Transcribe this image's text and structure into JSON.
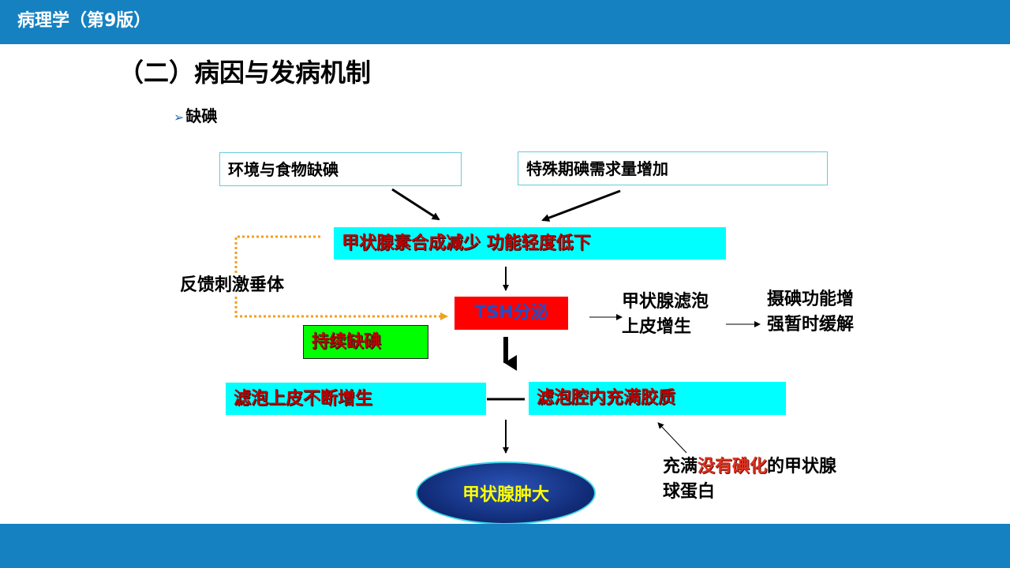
{
  "header": {
    "title": "病理学（第9版）"
  },
  "slide": {
    "section_title": "（二）病因与发病机制",
    "bullet_mark": "➢",
    "bullet_text": "缺碘"
  },
  "diagram": {
    "src_left": "环境与食物缺碘",
    "src_right": "特殊期碘需求量增加",
    "reduction": "甲状腺素合成减少 功能轻度低下",
    "feedback": "反馈刺激垂体",
    "tsh": "TSH分泌",
    "persistent": "持续缺碘",
    "hyperplasia_line1": "甲状腺滤泡",
    "hyperplasia_line2": "上皮增生",
    "uptake_line1": "摄碘功能增",
    "uptake_line2": "强暂时缓解",
    "left_result": "滤泡上皮不断增生",
    "right_result": "滤泡腔内充满胶质",
    "colloid_note": {
      "pre": "充满",
      "highlight": "没有碘化",
      "post": "的甲状腺",
      "line2": "球蛋白"
    },
    "final": "甲状腺肿大"
  },
  "colors": {
    "bar": "#1581c1",
    "cyan_box": "#00ffff",
    "red_text": "#c00000",
    "tsh_box": "#ff0000",
    "green_box": "#00ff00",
    "feedback_line": "#f0a020",
    "ellipse": "#102a74",
    "ellipse_text": "#ffff00",
    "highlight": "#e0301e"
  }
}
